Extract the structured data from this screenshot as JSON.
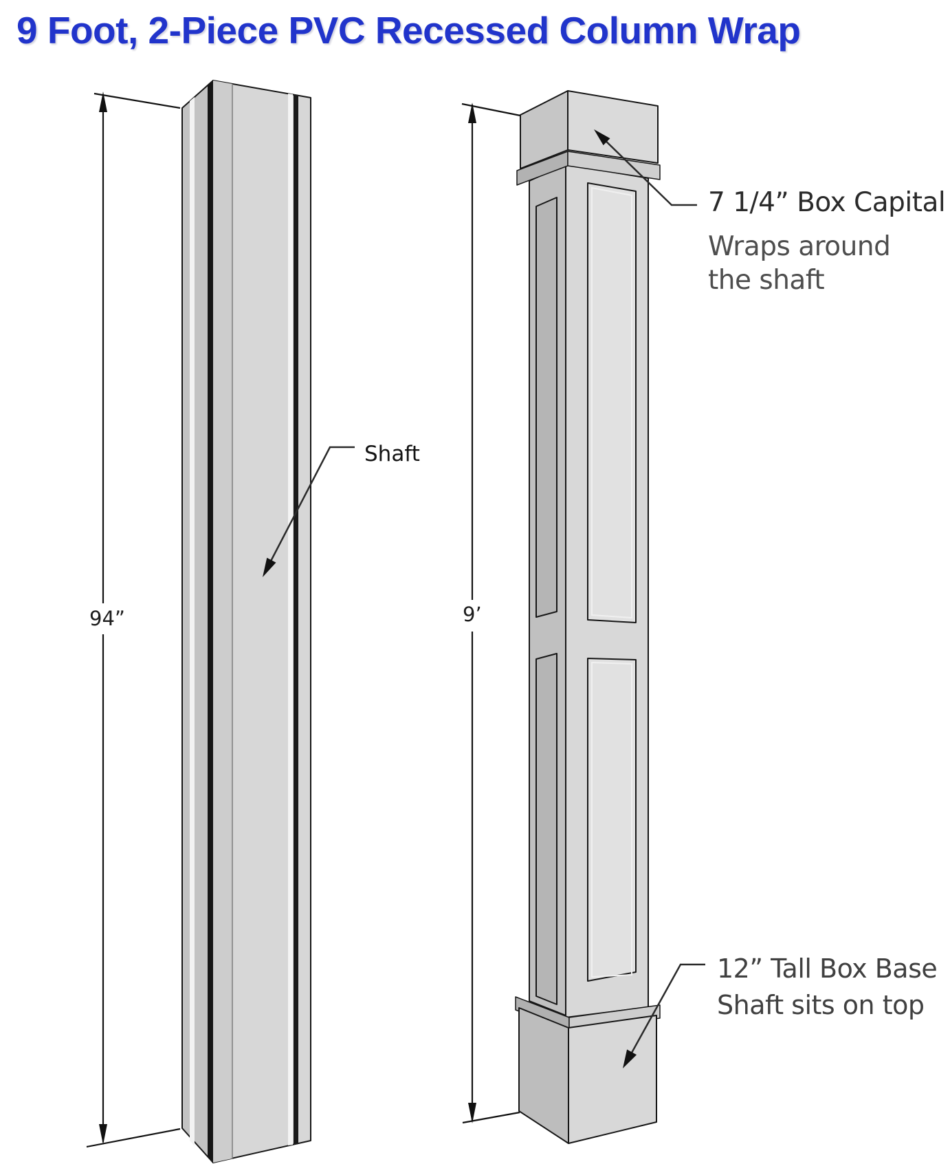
{
  "title": "9 Foot, 2-Piece PVC Recessed Column Wrap",
  "colors": {
    "background": "#ffffff",
    "title_blue": "#2134cb",
    "outline_black": "#161616",
    "face_light": "#d7d7d7",
    "face_shadow": "#c2c2c2",
    "panel_light": "#e1e1e1",
    "panel_shadow": "#b5b5b5",
    "groove_dark": "#1a1a1a",
    "highlight_white": "#f3f3f3",
    "label_dark": "#1d1d1d",
    "label_gray": "#4e4e4e"
  },
  "left_figure": {
    "name": "shaft-only-view",
    "dimension_label": "94”",
    "part_label": "Shaft"
  },
  "right_figure": {
    "name": "assembled-column-view",
    "dimension_label": "9’",
    "capital_label": "7 1/4” Box Capital",
    "capital_note_line1": "Wraps around",
    "capital_note_line2": "the shaft",
    "base_label_line1": "12” Tall Box Base",
    "base_label_line2": "Shaft sits on top"
  }
}
